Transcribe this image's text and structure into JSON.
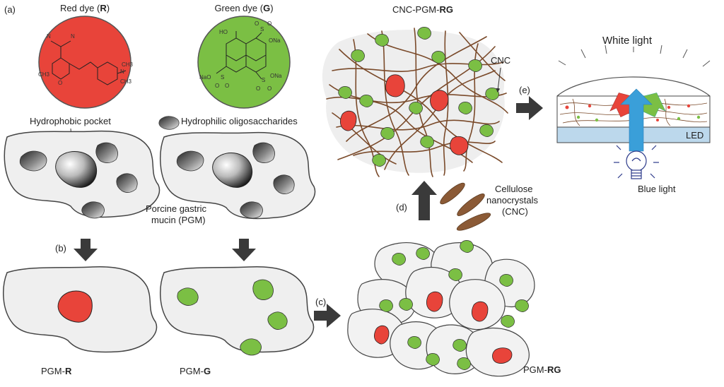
{
  "panel_a": {
    "label": "(a)",
    "red_dye": {
      "title": "Red dye (",
      "bold": "R",
      "close": ")",
      "color": "#e8443a",
      "atoms": [
        "N",
        "N",
        "O",
        "CH3",
        "N",
        "CH3",
        "CH3"
      ]
    },
    "green_dye": {
      "title": "Green dye (",
      "bold": "G",
      "close": ")",
      "color": "#7bbf44",
      "atoms": [
        "HO",
        "S",
        "O",
        "O",
        "ONa",
        "NaO",
        "S",
        "O",
        "O",
        "S",
        "O",
        "O",
        "ONa"
      ]
    },
    "hydrophobic_pocket": "Hydrophobic pocket",
    "hydrophilic_oligosaccharides": "Hydrophilic oligosaccharides",
    "pgm_line1": "Porcine gastric",
    "pgm_line2": "mucin (PGM)"
  },
  "panel_b": {
    "label": "(b)",
    "pgm_r_prefix": "PGM-",
    "pgm_r_bold": "R",
    "pgm_g_prefix": "PGM-",
    "pgm_g_bold": "G"
  },
  "panel_c": {
    "label": "(c)",
    "pgm_rg_prefix": "PGM-",
    "pgm_rg_bold": "RG"
  },
  "panel_d": {
    "label": "(d)",
    "cnc_line1": "Cellulose",
    "cnc_line2": "nanocrystals",
    "cnc_line3": "(CNC)"
  },
  "panel_cnc": {
    "title_prefix": "CNC-PGM-",
    "title_bold": "RG",
    "cnc_pointer": "CNC"
  },
  "panel_e": {
    "label": "(e)",
    "white_light": "White light",
    "led": "LED",
    "blue_light": "Blue light"
  },
  "colors": {
    "red": "#e8443a",
    "green": "#7bbf44",
    "fiber": "#7a4a2a",
    "mucin": "#efefef",
    "led": "#bcd8ec",
    "blue": "#3a9fd9",
    "arrow": "#3a3a3a"
  }
}
